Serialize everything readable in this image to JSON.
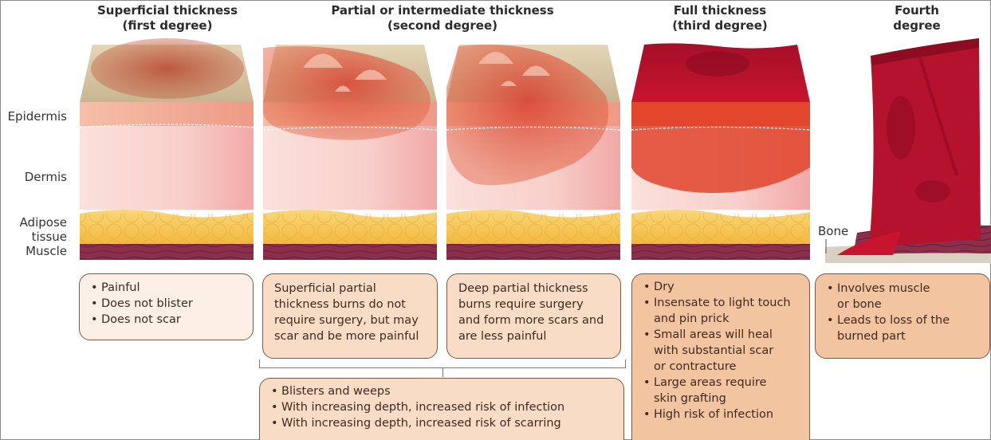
{
  "headers": {
    "first": [
      "Superficial thickness",
      "(first degree)"
    ],
    "second": [
      "Partial or intermediate thickness",
      "(second degree)"
    ],
    "third": [
      "Full thickness",
      "(third degree)"
    ],
    "fourth": [
      "Fourth",
      "degree"
    ]
  },
  "layers": {
    "epidermis": "Epidermis",
    "dermis": "Dermis",
    "adipose_1": "Adipose",
    "adipose_2": "tissue",
    "muscle": "Muscle",
    "bone": "Bone"
  },
  "boxes": {
    "first_degree": [
      "Painful",
      "Does not blister",
      "Does not scar"
    ],
    "superficial_partial": [
      "Superficial partial",
      "thickness burns do not",
      "require surgery, but may",
      "scar and be more painful"
    ],
    "deep_partial": [
      "Deep partial thickness",
      "burns require surgery",
      "and form more scars and",
      "are less painful"
    ],
    "second_degree_common": [
      "Blisters and weeps",
      "With increasing depth, increased risk of infection",
      "With increasing depth, increased risk of scarring"
    ],
    "third_degree": [
      "Dry",
      "Insensate to light touch",
      "and pin prick",
      "Small areas will heal",
      "with substantial scar",
      "or contracture",
      "Large areas require",
      "skin grafting",
      "High risk of infection"
    ],
    "fourth_degree": [
      "Involves muscle",
      "or bone",
      "Leads to loss of the",
      "burned part"
    ]
  },
  "colors": {
    "epidermis": "#f3b49f",
    "dermis": "#f9d3cf",
    "adipose": "#f6c653",
    "muscle": "#8c2f4b",
    "burn_red": "#c8102e",
    "surface_tan": "#d9c7a5",
    "box_light": "#fcf0e6",
    "box_mid": "#f8dcc6",
    "box_dark": "#f2c4a0"
  }
}
